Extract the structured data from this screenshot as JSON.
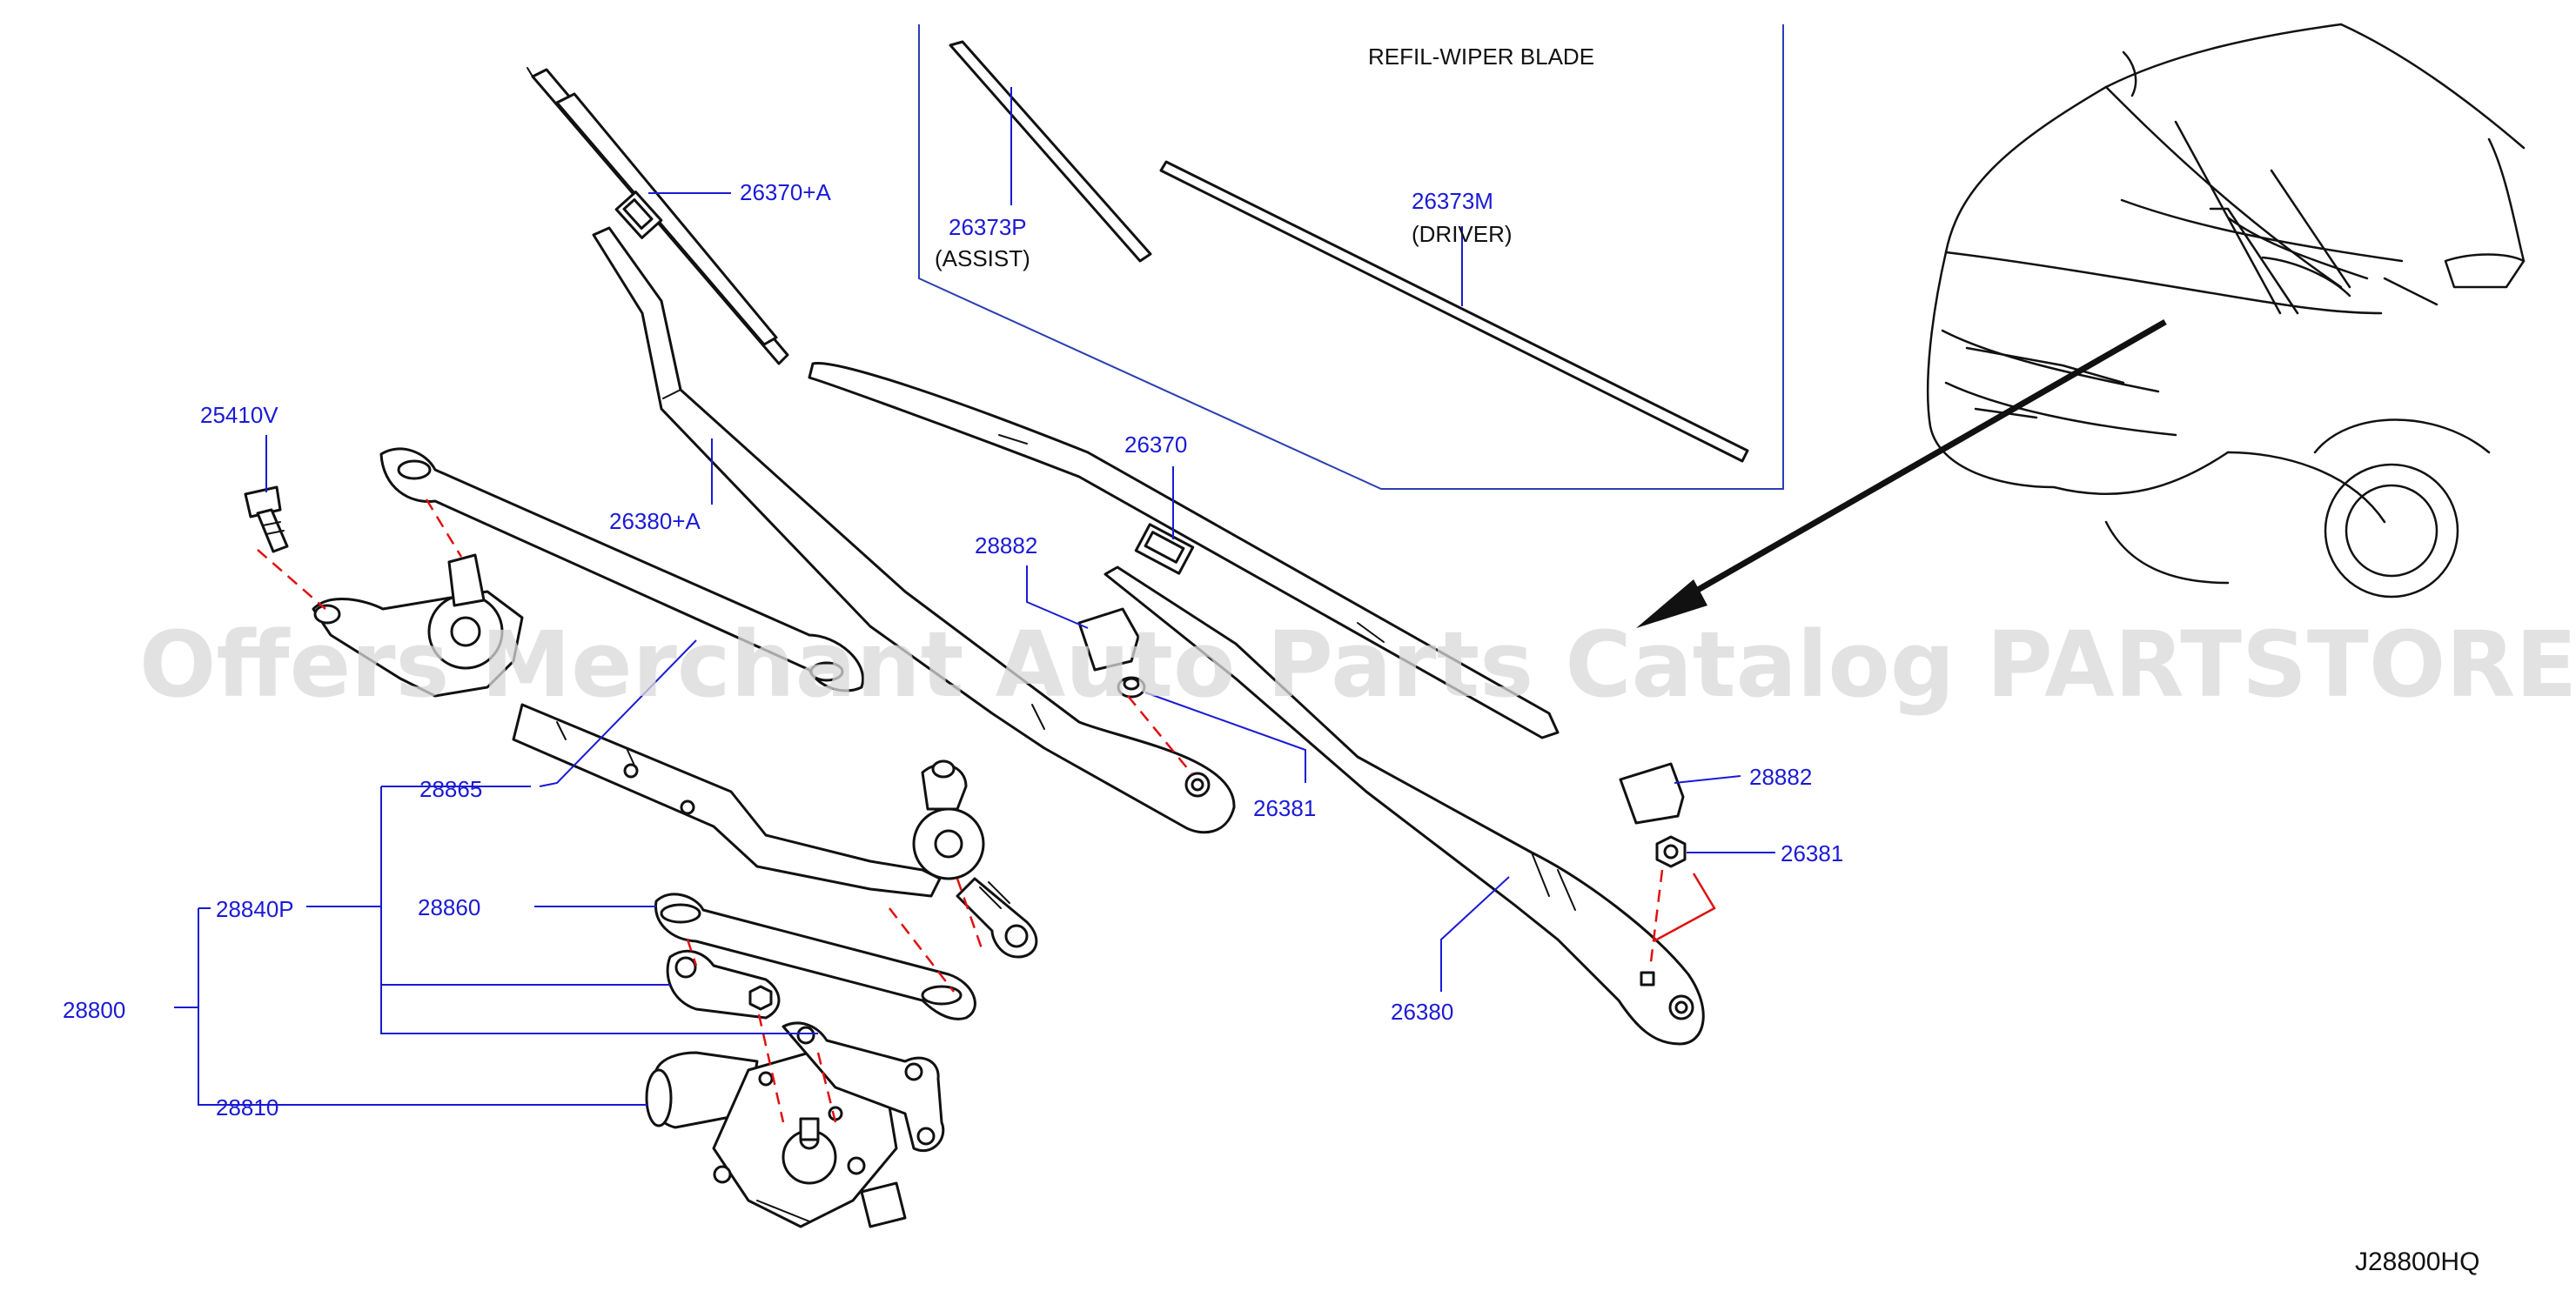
{
  "refill_box": {
    "title": "REFIL-WIPER   BLADE"
  },
  "parts": [
    {
      "id": "p-26370a",
      "number": "26370+A"
    },
    {
      "id": "p-26373p",
      "number": "26373P",
      "note": "(ASSIST)"
    },
    {
      "id": "p-26373m",
      "number": "26373M",
      "note": "(DRIVER)"
    },
    {
      "id": "p-26370",
      "number": "26370"
    },
    {
      "id": "p-25410v",
      "number": "25410V"
    },
    {
      "id": "p-26380a",
      "number": "26380+A"
    },
    {
      "id": "p-28882a",
      "number": "28882"
    },
    {
      "id": "p-26381a",
      "number": "26381"
    },
    {
      "id": "p-28865",
      "number": "28865"
    },
    {
      "id": "p-28860",
      "number": "28860"
    },
    {
      "id": "p-28840p",
      "number": "28840P"
    },
    {
      "id": "p-28800",
      "number": "28800"
    },
    {
      "id": "p-28810",
      "number": "28810"
    },
    {
      "id": "p-28882b",
      "number": "28882"
    },
    {
      "id": "p-26381b",
      "number": "26381"
    },
    {
      "id": "p-26380",
      "number": "26380"
    }
  ],
  "watermark": "Offers Merchant Auto Parts Catalog PARTSTORE.SA",
  "diagram_code": "J28800HQ",
  "colors": {
    "label": "#1a1ad6",
    "box_line": "#2a3fb0",
    "center_line": "#e01010",
    "line_art": "#111111"
  }
}
